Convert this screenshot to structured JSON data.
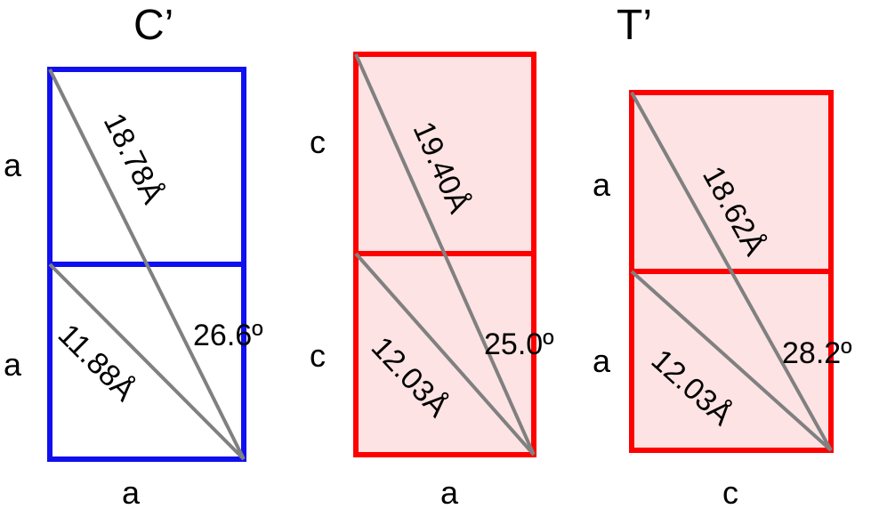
{
  "colors": {
    "blue": "#1010ee",
    "red": "#ff0000",
    "pink_fill": "#fde3e3",
    "diagonal": "#808080",
    "text": "#000000"
  },
  "titles": {
    "c_prime": "C’",
    "t_prime": "T’"
  },
  "panels": [
    {
      "side_top": "a",
      "side_bottom": "a",
      "bottom": "a",
      "long_diag": "18.78Å",
      "short_diag": "11.88Å",
      "angle": "26.6º"
    },
    {
      "side_top": "c",
      "side_bottom": "c",
      "bottom": "a",
      "long_diag": "19.40Å",
      "short_diag": "12.03Å",
      "angle": "25.0º"
    },
    {
      "side_top": "a",
      "side_bottom": "a",
      "bottom": "c",
      "long_diag": "18.62Å",
      "short_diag": "12.03Å",
      "angle": "28.2º"
    }
  ]
}
